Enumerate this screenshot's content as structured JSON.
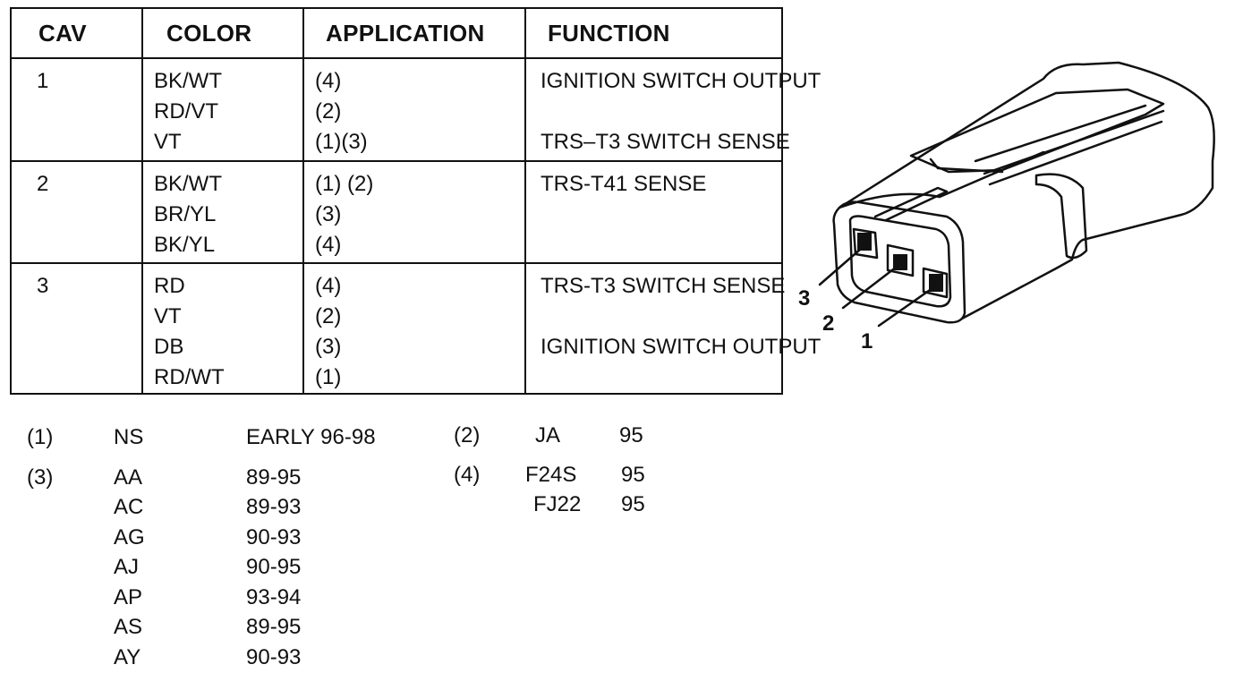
{
  "table": {
    "headers": {
      "cav": "CAV",
      "color": "COLOR",
      "application": "APPLICATION",
      "function": "FUNCTION"
    },
    "rows": [
      {
        "cav": "1",
        "colors": [
          "BK/WT",
          "RD/VT",
          "VT"
        ],
        "applications": [
          "(4)",
          "(2)",
          "(1)(3)"
        ],
        "functions": [
          "IGNITION SWITCH OUTPUT",
          "",
          "TRS–T3 SWITCH SENSE"
        ]
      },
      {
        "cav": "2",
        "colors": [
          "BK/WT",
          "BR/YL",
          "BK/YL"
        ],
        "applications": [
          "(1) (2)",
          "(3)",
          "(4)"
        ],
        "functions": [
          "TRS-T41 SENSE",
          "",
          ""
        ]
      },
      {
        "cav": "3",
        "colors": [
          "RD",
          "VT",
          "DB",
          "RD/WT"
        ],
        "applications": [
          "(4)",
          "(2)",
          "(3)",
          "(1)"
        ],
        "functions": [
          "TRS-T3 SWITCH SENSE",
          "",
          "IGNITION SWITCH OUTPUT",
          ""
        ]
      }
    ]
  },
  "notes": {
    "n1": {
      "key": "(1)",
      "code": "NS",
      "years": "EARLY 96-98"
    },
    "n2": {
      "key": "(2)",
      "code": "JA",
      "years": "95"
    },
    "n3": {
      "key": "(3)",
      "items": [
        {
          "code": "AA",
          "years": "89-95"
        },
        {
          "code": "AC",
          "years": "89-93"
        },
        {
          "code": "AG",
          "years": "90-93"
        },
        {
          "code": "AJ",
          "years": "90-95"
        },
        {
          "code": "AP",
          "years": "93-94"
        },
        {
          "code": "AS",
          "years": "89-95"
        },
        {
          "code": "AY",
          "years": "90-93"
        }
      ]
    },
    "n4": {
      "key": "(4)",
      "items": [
        {
          "code": "F24S",
          "years": "95"
        },
        {
          "code": "FJ22",
          "years": "95"
        }
      ]
    }
  },
  "diagram": {
    "pin_labels": [
      "1",
      "2",
      "3"
    ]
  }
}
